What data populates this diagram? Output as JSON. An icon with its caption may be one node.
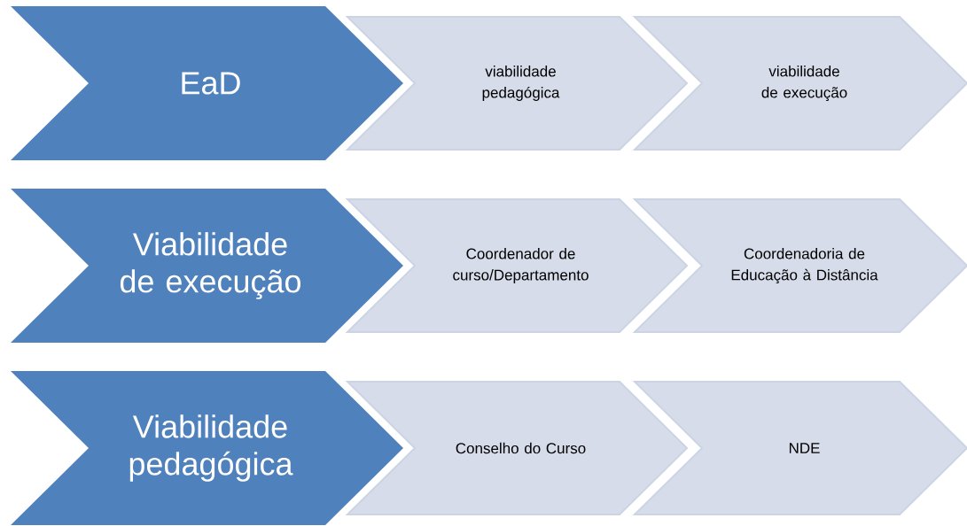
{
  "diagram": {
    "nodes": [
      {
        "text": [
          "EaD"
        ]
      },
      {
        "text": [
          "viabilidade pedagógica"
        ]
      },
      {
        "text": [
          "viabilidade de execução"
        ]
      },
      {
        "text": [
          "Viabilidade de execução"
        ]
      },
      {
        "text": [
          "Coordenador de curso/Departamento"
        ]
      },
      {
        "text": [
          "Coordenadoria de Educação à Distância"
        ]
      },
      {
        "text": [
          "Viabilidade pedagógica"
        ]
      },
      {
        "text": [
          "Conselho do Curso"
        ]
      },
      {
        "text": [
          "NDE"
        ]
      }
    ]
  }
}
